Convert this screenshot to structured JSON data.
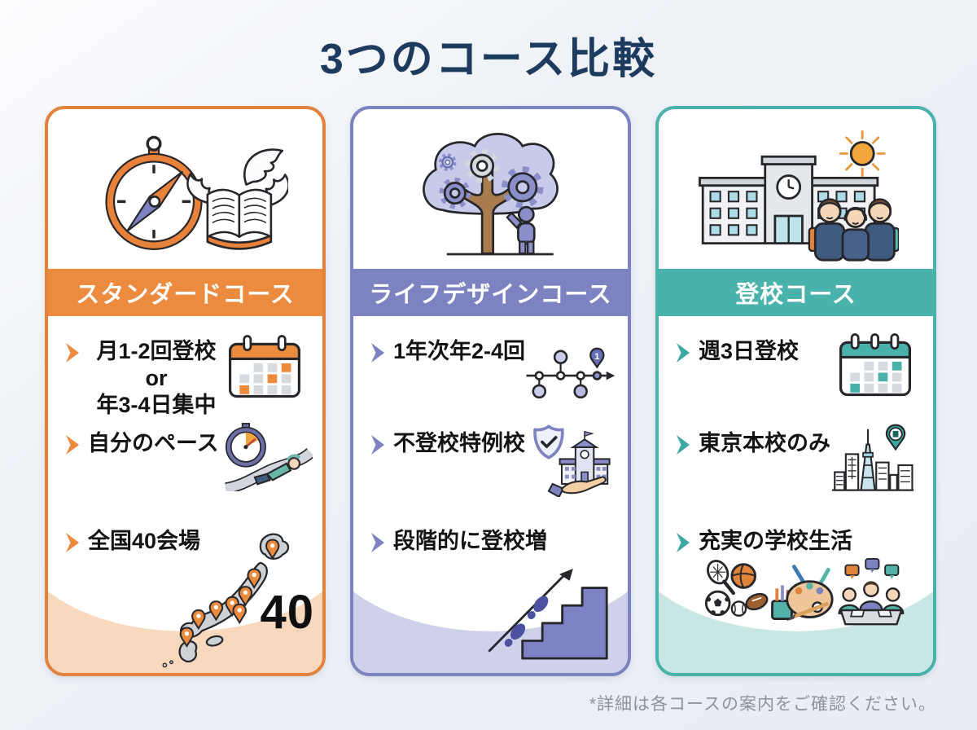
{
  "page": {
    "title": "3つのコース比較",
    "footnote": "*詳細は各コースの案内をご確認ください。",
    "background_color": "#E9EEF5",
    "title_color": "#1D3A5F"
  },
  "cards": [
    {
      "title": "スタンダードコース",
      "accent_color": "#EC8A3E",
      "accent_light_color": "#F9D9BD",
      "hero_icon": "compass-winged-book",
      "items": [
        {
          "text": "月1-2回登校\nor\n年3-4日集中",
          "icon": "calendar"
        },
        {
          "text": "自分のペース",
          "icon": "stopwatch-relaxing-person"
        },
        {
          "text": "全国40会場",
          "icon": "japan-map-pins",
          "count_label": "40"
        }
      ]
    },
    {
      "title": "ライフデザインコース",
      "accent_color": "#7D82C1",
      "accent_light_color": "#CFD1EA",
      "hero_icon": "gear-tree-person",
      "items": [
        {
          "text": "1年次年2-4回",
          "icon": "timeline-milestones",
          "pin_label": "1"
        },
        {
          "text": "不登校特例校",
          "icon": "shield-school-hand"
        },
        {
          "text": "段階的に登校増",
          "icon": "footsteps-stairs-arrow"
        }
      ]
    },
    {
      "title": "登校コース",
      "accent_color": "#49B2AA",
      "accent_light_color": "#C8E7E4",
      "hero_icon": "school-students-sun",
      "items": [
        {
          "text": "週3日登校",
          "icon": "calendar"
        },
        {
          "text": "東京本校のみ",
          "icon": "tokyo-skyline-pin"
        },
        {
          "text": "充実の学校生活",
          "icon": "sports-art-discussion"
        }
      ]
    }
  ]
}
